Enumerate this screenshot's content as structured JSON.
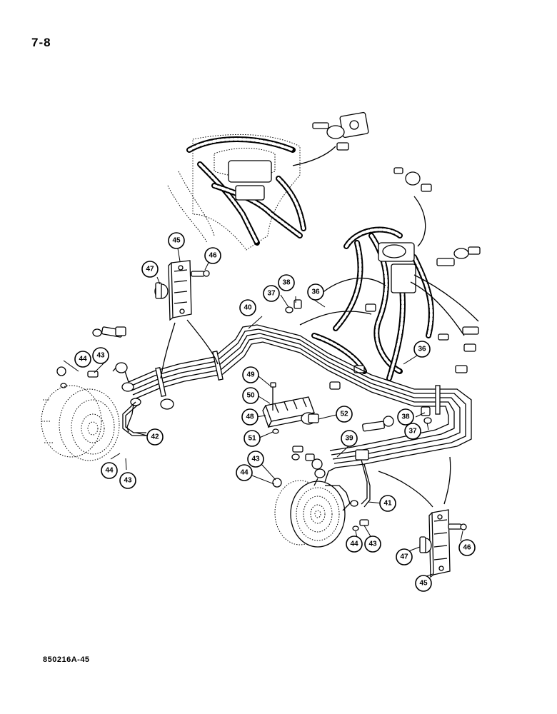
{
  "page": {
    "page_number": "7-8",
    "figure_code": "850216A-45"
  },
  "callouts": [
    {
      "id": "c36a",
      "label": "36"
    },
    {
      "id": "c36b",
      "label": "36"
    },
    {
      "id": "c37a",
      "label": "37"
    },
    {
      "id": "c37b",
      "label": "37"
    },
    {
      "id": "c38a",
      "label": "38"
    },
    {
      "id": "c38b",
      "label": "38"
    },
    {
      "id": "c39",
      "label": "39"
    },
    {
      "id": "c40",
      "label": "40"
    },
    {
      "id": "c41",
      "label": "41"
    },
    {
      "id": "c42",
      "label": "42"
    },
    {
      "id": "c43a",
      "label": "43"
    },
    {
      "id": "c43b",
      "label": "43"
    },
    {
      "id": "c43c",
      "label": "43"
    },
    {
      "id": "c43d",
      "label": "43"
    },
    {
      "id": "c44a",
      "label": "44"
    },
    {
      "id": "c44b",
      "label": "44"
    },
    {
      "id": "c44c",
      "label": "44"
    },
    {
      "id": "c44d",
      "label": "44"
    },
    {
      "id": "c45a",
      "label": "45"
    },
    {
      "id": "c45b",
      "label": "45"
    },
    {
      "id": "c46a",
      "label": "46"
    },
    {
      "id": "c46b",
      "label": "46"
    },
    {
      "id": "c47a",
      "label": "47"
    },
    {
      "id": "c47b",
      "label": "47"
    },
    {
      "id": "c48",
      "label": "48"
    },
    {
      "id": "c49",
      "label": "49"
    },
    {
      "id": "c50",
      "label": "50"
    },
    {
      "id": "c51",
      "label": "51"
    },
    {
      "id": "c52",
      "label": "52"
    }
  ]
}
